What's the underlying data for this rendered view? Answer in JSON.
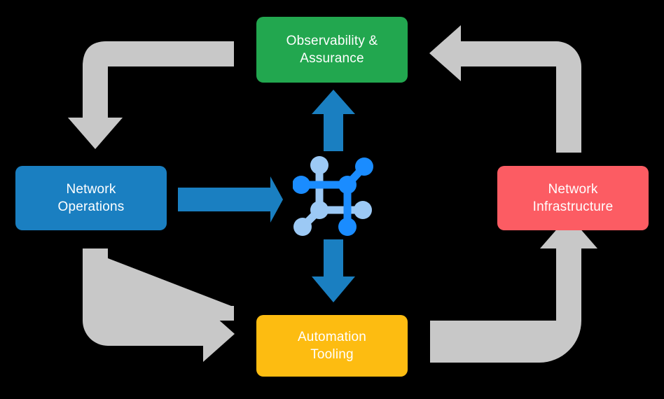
{
  "diagram": {
    "title": "Network operations lifecycle cycle diagram",
    "background_color": "#000000",
    "nodes": [
      {
        "id": "observability",
        "label": "Observability &\nAssurance",
        "color": "#22A74F",
        "text_color": "#ffffff",
        "position": "top"
      },
      {
        "id": "network-operations",
        "label": "Network\nOperations",
        "color": "#1A7FC1",
        "text_color": "#ffffff",
        "position": "left"
      },
      {
        "id": "network-infrastructure",
        "label": "Network\nInfrastructure",
        "color": "#FC5C63",
        "text_color": "#ffffff",
        "position": "right"
      },
      {
        "id": "automation-tooling",
        "label": "Automation\nTooling",
        "color": "#FDBC11",
        "text_color": "#ffffff",
        "position": "bottom"
      }
    ],
    "center": {
      "icon_name": "network-topology-icon",
      "color_primary": "#1A8CFF",
      "color_secondary": "#9CC9F5"
    },
    "connectors": [
      {
        "id": "arrow-center-up",
        "from": "center",
        "to": "observability",
        "color": "#1A7FC1",
        "style": "straight",
        "direction": "up"
      },
      {
        "id": "arrow-center-down",
        "from": "center",
        "to": "automation-tooling",
        "color": "#1A7FC1",
        "style": "straight",
        "direction": "down"
      },
      {
        "id": "arrow-operations-right",
        "from": "network-operations",
        "to": "center",
        "color": "#1A7FC1",
        "style": "straight",
        "direction": "right"
      },
      {
        "id": "arrow-observability-to-operations",
        "from": "observability",
        "to": "network-operations",
        "color": "#C8C8C8",
        "style": "elbow",
        "direction": "down"
      },
      {
        "id": "arrow-operations-to-automation",
        "from": "network-operations",
        "to": "automation-tooling",
        "color": "#C8C8C8",
        "style": "elbow",
        "direction": "right"
      },
      {
        "id": "arrow-infrastructure-to-observability",
        "from": "network-infrastructure",
        "to": "observability",
        "color": "#C8C8C8",
        "style": "elbow",
        "direction": "left"
      },
      {
        "id": "arrow-automation-to-infrastructure",
        "from": "automation-tooling",
        "to": "network-infrastructure",
        "color": "#C8C8C8",
        "style": "elbow",
        "direction": "up"
      }
    ]
  }
}
